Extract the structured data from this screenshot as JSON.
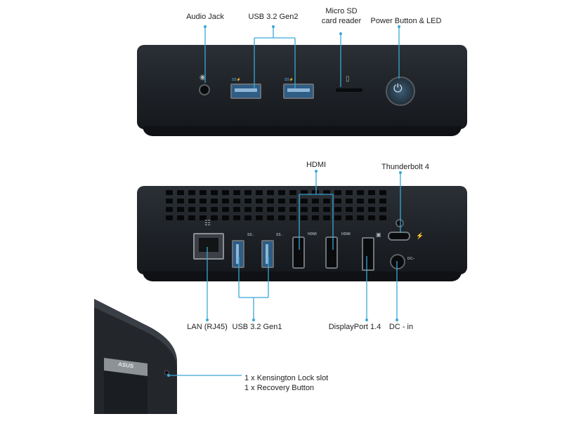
{
  "labels": {
    "audio_jack": "Audio Jack",
    "usb_gen2": "USB 3.2 Gen2",
    "micro_sd_line1": "Micro SD",
    "micro_sd_line2": "card reader",
    "power": "Power Button & LED",
    "hdmi": "HDMI",
    "thunderbolt": "Thunderbolt 4",
    "lan": "LAN (RJ45)",
    "usb_gen1": "USB 3.2 Gen1",
    "displayport": "DisplayPort 1.4",
    "dc_in": "DC - in",
    "kensington": "1 x Kensington Lock slot",
    "recovery": "1 x Recovery Button"
  },
  "port_markings": {
    "hdmi_left": "HDMI",
    "hdmi_right": "HDMI",
    "brand": "ASUS"
  },
  "colors": {
    "callout_line": "#3aa7d6",
    "device_body": "#1d2126",
    "usb_blue": "#2e5d86"
  },
  "icons": [
    "network-icon",
    "headset-icon",
    "sd-card-icon",
    "power-icon",
    "thunderbolt-icon",
    "displayport-icon",
    "dc-icon"
  ]
}
